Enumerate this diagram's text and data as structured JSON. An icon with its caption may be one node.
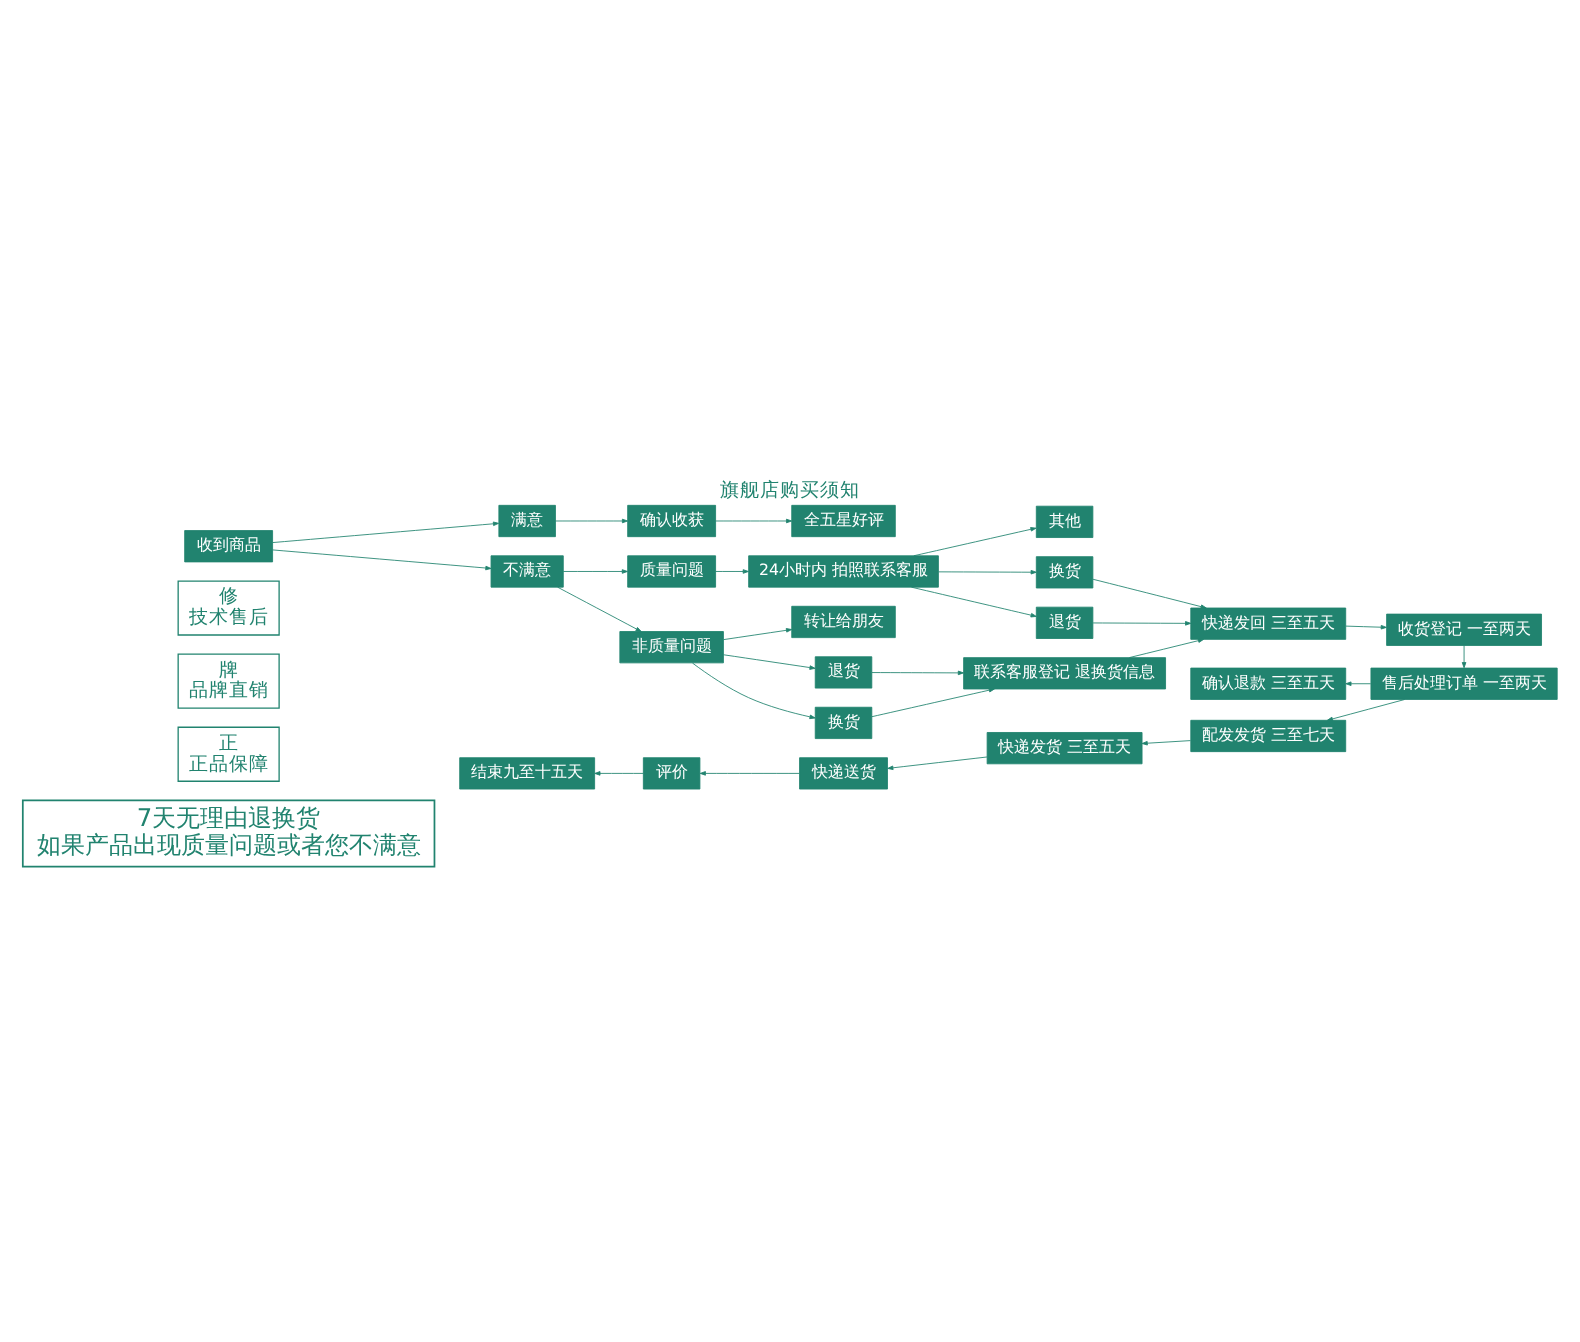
{
  "diagram": {
    "title": "旗舰店购买须知",
    "nodes": [
      {
        "text": [
          "7天无理由退换货",
          "如果产品出现质量问题或者您不满意"
        ]
      },
      {
        "text": [
          "正",
          "正品保障"
        ]
      },
      {
        "text": [
          "牌",
          "品牌直销"
        ]
      },
      {
        "text": [
          "修",
          "技术售后"
        ]
      },
      {
        "text": [
          "收到商品"
        ]
      },
      {
        "text": [
          "满意"
        ]
      },
      {
        "text": [
          "确认收获"
        ]
      },
      {
        "text": [
          "全五星好评"
        ]
      },
      {
        "text": [
          "不满意"
        ]
      },
      {
        "text": [
          "质量问题"
        ]
      },
      {
        "text": [
          "24小时内 拍照联系客服"
        ]
      },
      {
        "text": [
          "其他"
        ]
      },
      {
        "text": [
          "换货"
        ]
      },
      {
        "text": [
          "退货"
        ]
      },
      {
        "text": [
          "非质量问题"
        ]
      },
      {
        "text": [
          "转让给朋友"
        ]
      },
      {
        "text": [
          "退货"
        ]
      },
      {
        "text": [
          "换货"
        ]
      },
      {
        "text": [
          "联系客服登记 退换货信息"
        ]
      },
      {
        "text": [
          "快递发回 三至五天"
        ]
      },
      {
        "text": [
          "收货登记 一至两天"
        ]
      },
      {
        "text": [
          "售后处理订单 一至两天"
        ]
      },
      {
        "text": [
          "确认退款 三至五天"
        ]
      },
      {
        "text": [
          "配发发货 三至七天"
        ]
      },
      {
        "text": [
          "快递发货 三至五天"
        ]
      },
      {
        "text": [
          "快递送货"
        ]
      },
      {
        "text": [
          "评价"
        ]
      },
      {
        "text": [
          "结束九至十五天"
        ]
      }
    ],
    "edges": [
      {
        "from": 4,
        "to": 5,
        "arrow": "to"
      },
      {
        "from": 4,
        "to": 8,
        "arrow": "to"
      },
      {
        "from": 5,
        "to": 6,
        "arrow": "to"
      },
      {
        "from": 6,
        "to": 7,
        "arrow": "to"
      },
      {
        "from": 8,
        "to": 9,
        "arrow": "to"
      },
      {
        "from": 8,
        "to": 14,
        "arrow": "to"
      },
      {
        "from": 9,
        "to": 10,
        "arrow": "to"
      },
      {
        "from": 10,
        "to": 11,
        "arrow": "to"
      },
      {
        "from": 10,
        "to": 12,
        "arrow": "to"
      },
      {
        "from": 10,
        "to": 13,
        "arrow": "to"
      },
      {
        "from": 12,
        "to": 19,
        "arrow": "to"
      },
      {
        "from": 13,
        "to": 19,
        "arrow": "to"
      },
      {
        "from": 14,
        "to": 15,
        "arrow": "to"
      },
      {
        "from": 14,
        "to": 16,
        "arrow": "to"
      },
      {
        "from": 14,
        "to": 17,
        "arrow": "to"
      },
      {
        "from": 16,
        "to": 18,
        "arrow": "to"
      },
      {
        "from": 17,
        "to": 18,
        "arrow": "to"
      },
      {
        "from": 18,
        "to": 19,
        "arrow": "to"
      },
      {
        "from": 19,
        "to": 20,
        "arrow": "to"
      },
      {
        "from": 20,
        "to": 21,
        "arrow": "to"
      },
      {
        "from": 21,
        "to": 22,
        "arrow": "to"
      },
      {
        "from": 21,
        "to": 23,
        "arrow": "to"
      },
      {
        "from": 23,
        "to": 24,
        "arrow": "to"
      },
      {
        "from": 24,
        "to": 25,
        "arrow": "to"
      },
      {
        "from": 25,
        "to": 26,
        "arrow": "to"
      },
      {
        "from": 26,
        "to": 27,
        "arrow": "to"
      }
    ]
  }
}
